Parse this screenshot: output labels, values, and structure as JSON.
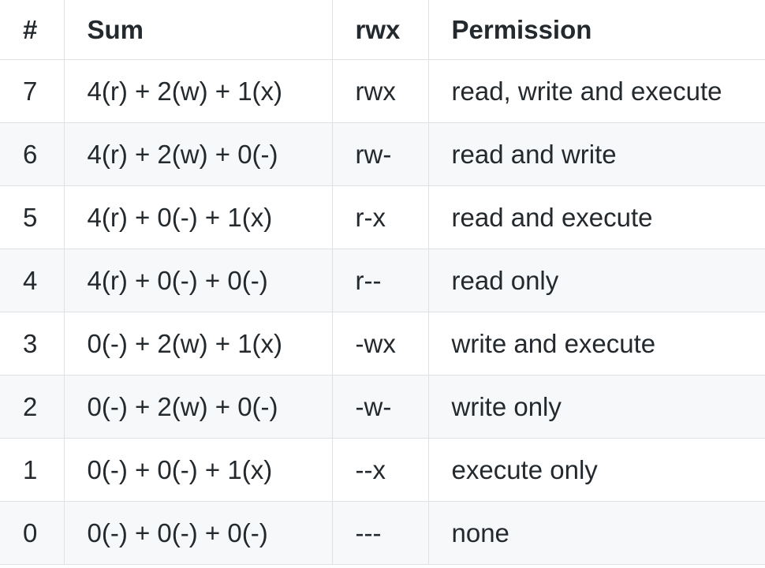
{
  "table": {
    "headers": [
      "#",
      "Sum",
      "rwx",
      "Permission"
    ],
    "rows": [
      [
        "7",
        "4(r) + 2(w) + 1(x)",
        "rwx",
        "read, write and execute"
      ],
      [
        "6",
        "4(r) + 2(w) + 0(-)",
        "rw-",
        "read and write"
      ],
      [
        "5",
        "4(r) + 0(-) + 1(x)",
        "r-x",
        "read and execute"
      ],
      [
        "4",
        "4(r) + 0(-) + 0(-)",
        "r--",
        "read only"
      ],
      [
        "3",
        "0(-) + 2(w) + 1(x)",
        "-wx",
        "write and execute"
      ],
      [
        "2",
        "0(-) + 2(w) + 0(-)",
        "-w-",
        "write only"
      ],
      [
        "1",
        "0(-) + 0(-) + 1(x)",
        "--x",
        "execute only"
      ],
      [
        "0",
        "0(-) + 0(-) + 0(-)",
        "---",
        "none"
      ]
    ]
  },
  "colors": {
    "text": "#24292e",
    "border": "#dfe2e5",
    "stripe": "#f6f8fa"
  }
}
